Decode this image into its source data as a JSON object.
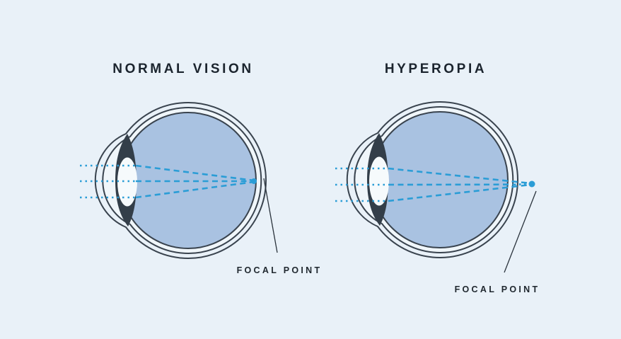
{
  "page": {
    "type": "eye-anatomy-comparison-diagram",
    "background_color": "#e9f1f8"
  },
  "colors": {
    "eye_fill": "#a9c2e1",
    "outline": "#39434e",
    "iris": "#333e49",
    "lens": "#f6fafc",
    "anterior_chamber": "#f0f6fa",
    "ray": "#2b9dd6",
    "title_text": "#1b242e",
    "label_text": "#20282f",
    "pointer_line": "#2a333c"
  },
  "panels": [
    {
      "id": "normal-vision",
      "title": "NORMAL VISION",
      "focal_label": "FOCAL POINT",
      "focal_position": "on retina"
    },
    {
      "id": "hyperopia",
      "title": "HYPEROPIA",
      "focal_label": "FOCAL POINT",
      "focal_position": "behind retina"
    }
  ]
}
